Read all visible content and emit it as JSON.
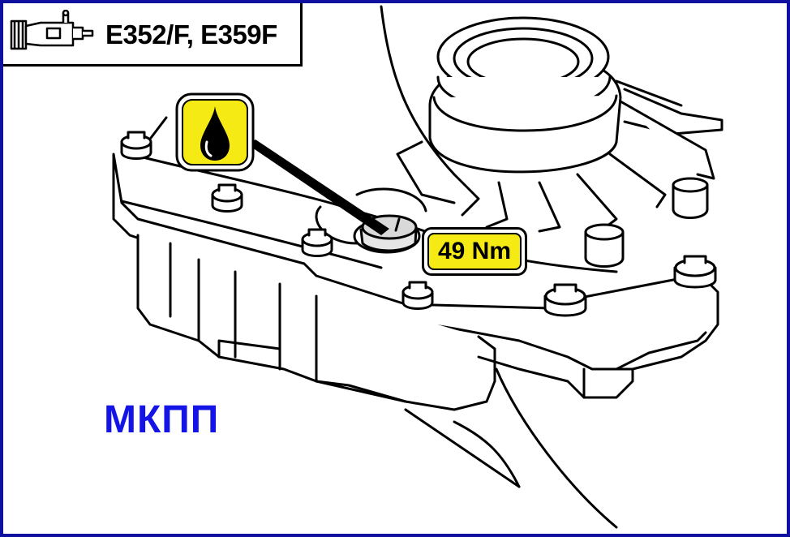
{
  "header": {
    "model_label": "E352/F, E359F",
    "icon": "transmission-icon"
  },
  "callout": {
    "icon": "oil-drop-icon",
    "torque_label": "49 Nm"
  },
  "caption": "МКПП",
  "colors": {
    "frame": "#1010a0",
    "badge_yellow": "#f5ea14",
    "caption_blue": "#1414e6"
  }
}
